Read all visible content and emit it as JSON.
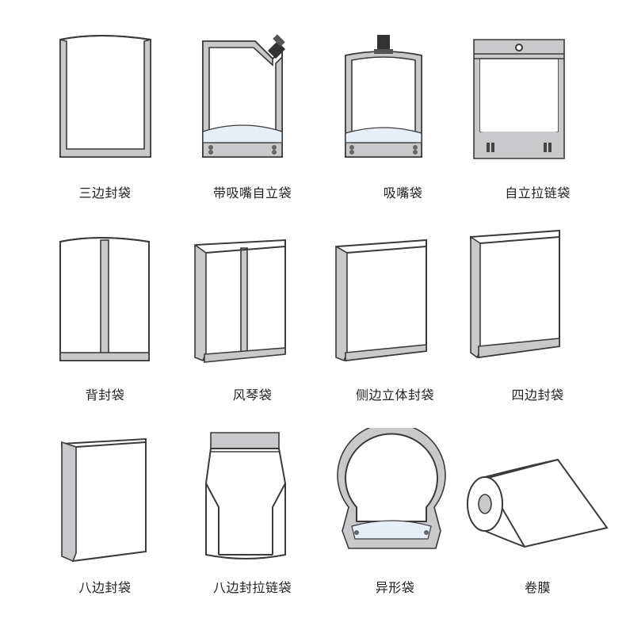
{
  "items": [
    {
      "label": "三边封袋",
      "icon": "three-side-seal-bag-icon"
    },
    {
      "label": "带吸嘴自立袋",
      "icon": "spout-stand-up-pouch-icon"
    },
    {
      "label": "吸嘴袋",
      "icon": "spout-pouch-icon"
    },
    {
      "label": "自立拉链袋",
      "icon": "stand-up-zipper-bag-icon"
    },
    {
      "label": "背封袋",
      "icon": "back-seal-bag-icon"
    },
    {
      "label": "风琴袋",
      "icon": "gusset-bag-icon"
    },
    {
      "label": "侧边立体封袋",
      "icon": "side-gusset-bag-icon"
    },
    {
      "label": "四边封袋",
      "icon": "four-side-seal-bag-icon"
    },
    {
      "label": "八边封袋",
      "icon": "eight-side-seal-bag-icon"
    },
    {
      "label": "八边封拉链袋",
      "icon": "eight-side-zipper-bag-icon"
    },
    {
      "label": "异形袋",
      "icon": "shaped-bag-icon"
    },
    {
      "label": "卷膜",
      "icon": "roll-film-icon"
    }
  ],
  "colors": {
    "seal": "#c9c9cb",
    "outline": "#3a3a3a",
    "text": "#222222"
  }
}
